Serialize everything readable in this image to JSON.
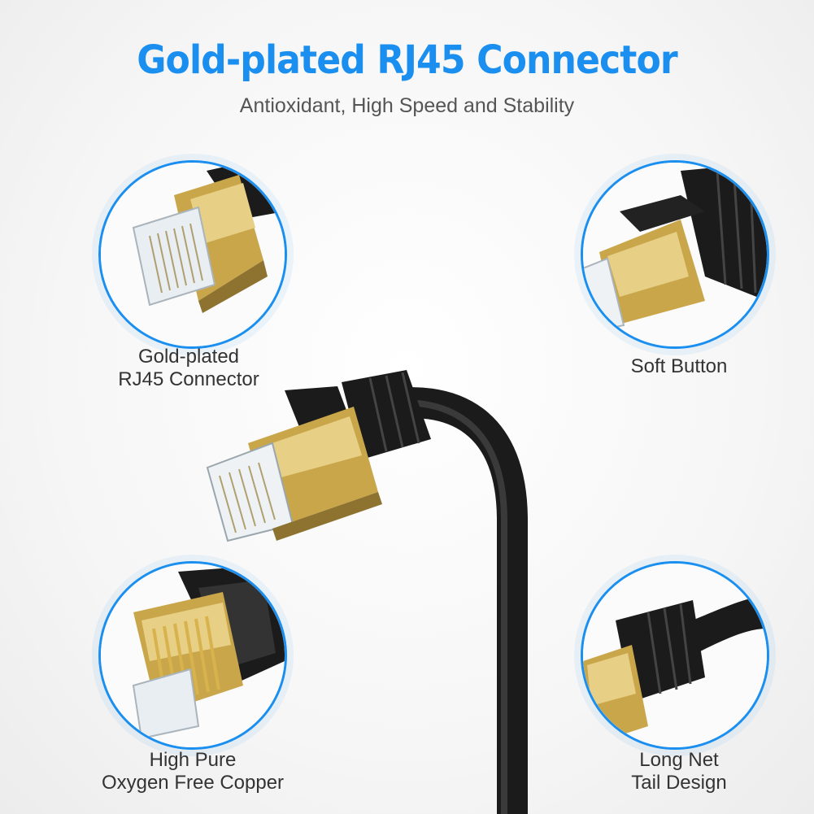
{
  "header": {
    "title": "Gold-plated RJ45 Connector",
    "subtitle": "Antioxidant, High Speed and Stability"
  },
  "features": [
    {
      "line1": "Gold-plated",
      "line2": "RJ45 Connector",
      "icon": "gold-plated-plug-closeup"
    },
    {
      "line1": "Soft Button",
      "line2": "",
      "icon": "soft-button-closeup"
    },
    {
      "line1": "High Pure",
      "line2": "Oxygen Free Copper",
      "icon": "copper-contacts-closeup"
    },
    {
      "line1": "Long Net",
      "line2": "Tail Design",
      "icon": "strain-relief-closeup"
    }
  ],
  "colors": {
    "accent": "#1a8ff0",
    "gold": "#c9a64a",
    "cable": "#1b1b1b",
    "text": "#333333"
  }
}
